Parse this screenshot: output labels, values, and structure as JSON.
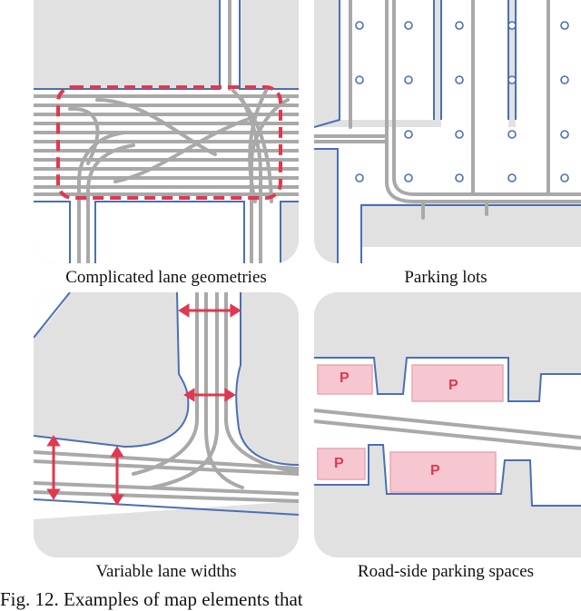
{
  "panels": [
    {
      "id": "p1",
      "caption": "Complicated lane geometries"
    },
    {
      "id": "p2",
      "caption": "Parking lots"
    },
    {
      "id": "p3",
      "caption": "Variable lane widths"
    },
    {
      "id": "p4",
      "caption": "Road-side parking spaces",
      "parking_label": "P"
    }
  ],
  "figure_caption": "Fig. 12.   Examples of map elements that",
  "colors": {
    "panel_bg": "#e1e1e1",
    "road": "#ffffff",
    "boundary": "#4a6fb5",
    "lane": "#a9a9a9",
    "highlight": "#e0384f",
    "parking_fill": "#f6c7d0"
  }
}
